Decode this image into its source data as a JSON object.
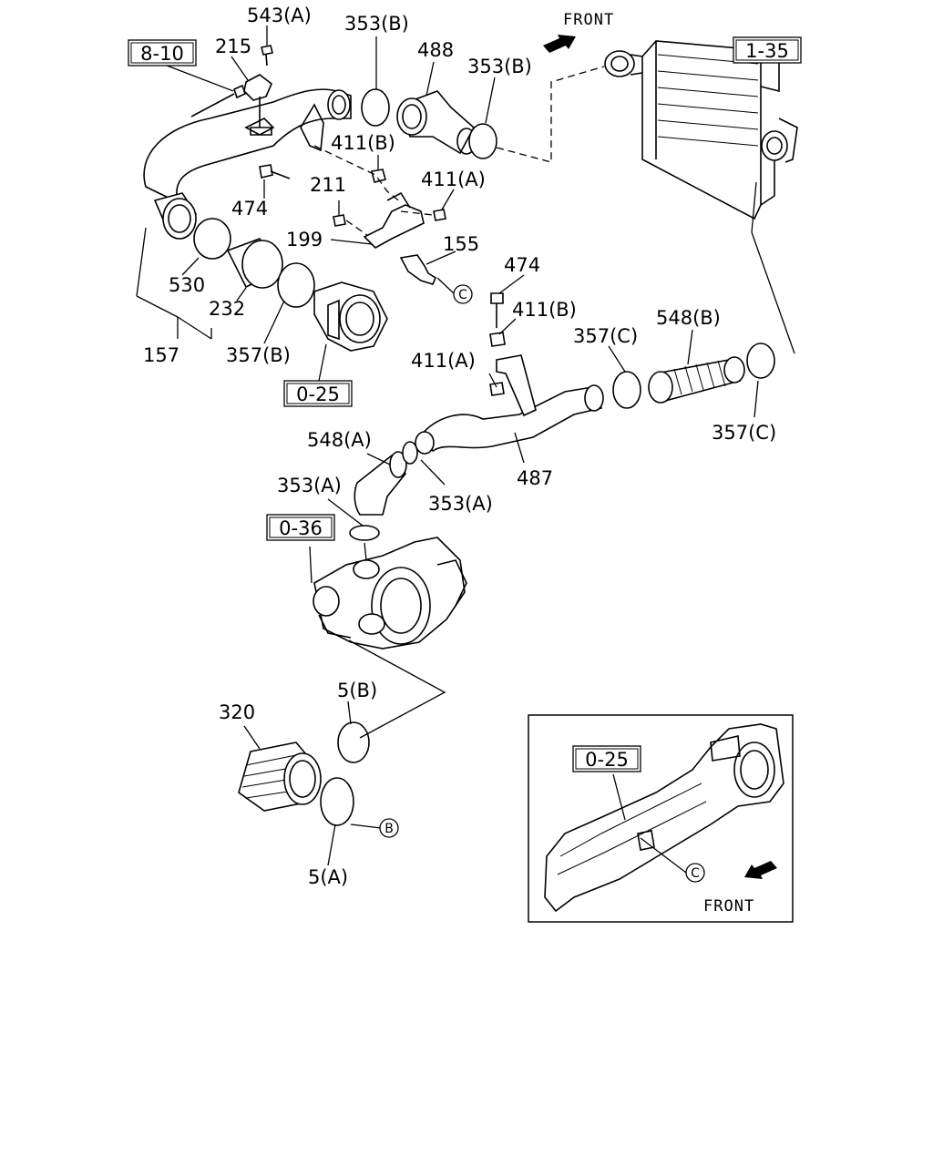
{
  "labels": {
    "p543a": "543(A)",
    "p215": "215",
    "p353b_1": "353(B)",
    "p488": "488",
    "p353b_2": "353(B)",
    "front_top": "FRONT",
    "p411b_1": "411(B)",
    "p411a_1": "411(A)",
    "p211": "211",
    "p474_1": "474",
    "p199": "199",
    "p155": "155",
    "p530": "530",
    "p232": "232",
    "p157": "157",
    "p357b": "357(B)",
    "p474_2": "474",
    "p411b_2": "411(B)",
    "p357c_1": "357(C)",
    "p548b": "548(B)",
    "p411a_2": "411(A)",
    "p357c_2": "357(C)",
    "p548a": "548(A)",
    "p487": "487",
    "p353a_1": "353(A)",
    "p353a_2": "353(A)",
    "p320": "320",
    "p5b": "5(B)",
    "p5a": "5(A)",
    "front_inset": "FRONT"
  },
  "refs": {
    "r8_10": "8-10",
    "r1_35": "1-35",
    "r0_25": "0-25",
    "r0_36": "0-36",
    "r0_25_inset": "0-25"
  },
  "circles": {
    "c_main": "C",
    "c_inset": "C",
    "b_main": "B"
  }
}
